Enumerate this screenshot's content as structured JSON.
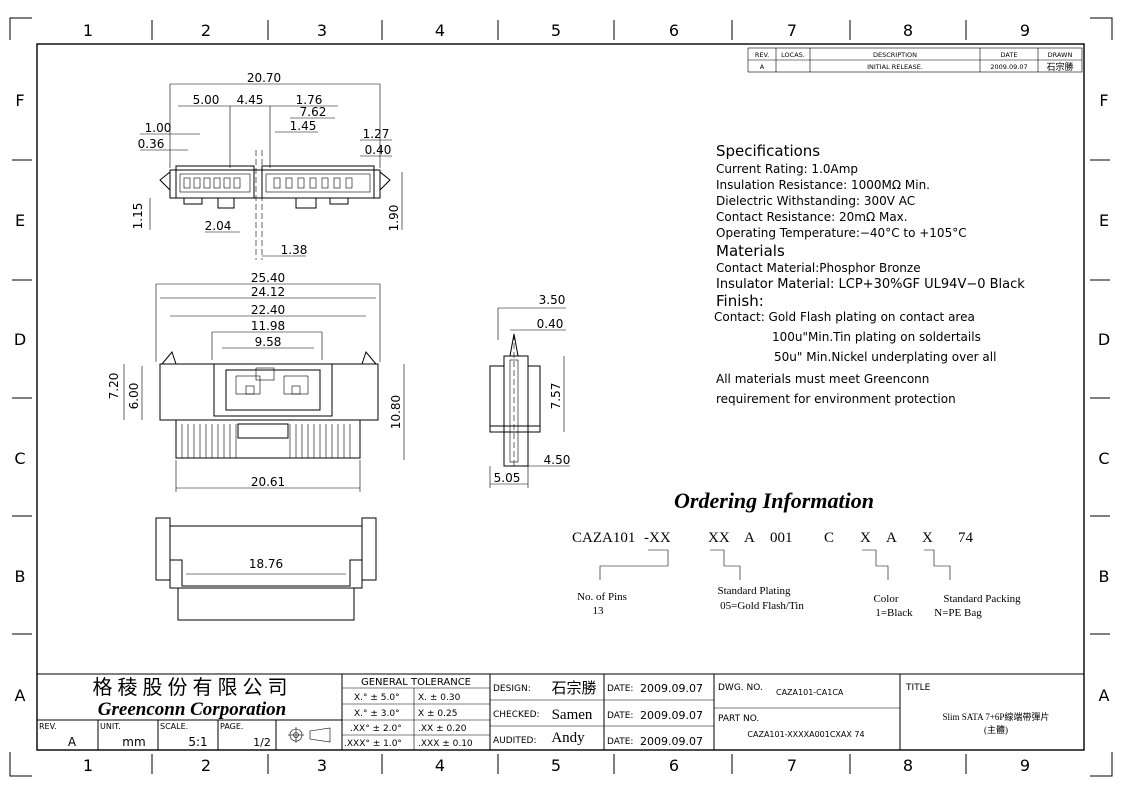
{
  "zones": {
    "columns": [
      "1",
      "2",
      "3",
      "4",
      "5",
      "6",
      "7",
      "8",
      "9"
    ],
    "rows": [
      "F",
      "E",
      "D",
      "C",
      "B",
      "A"
    ]
  },
  "revision": {
    "headers": [
      "REV.",
      "LOCAS.",
      "DESCRIPTION",
      "DATE",
      "DRAWN"
    ],
    "row": [
      "A",
      "",
      "INITIAL RELEASE.",
      "2009.09.07",
      "石宗勝"
    ]
  },
  "dims": {
    "top": [
      "20.70",
      "5.00",
      "4.45",
      "1.76",
      "7.62",
      "1.00",
      "1.45",
      "1.27",
      "0.36",
      "0.40",
      "1.15",
      "2.04",
      "1.38",
      "1.90"
    ],
    "front": [
      "25.40",
      "24.12",
      "22.40",
      "11.98",
      "9.58",
      "7.20",
      "6.00",
      "10.80",
      "20.61"
    ],
    "side": [
      "3.50",
      "0.40",
      "7.57",
      "4.50",
      "5.05"
    ],
    "bottom": [
      "18.76"
    ]
  },
  "specs": {
    "title": "Specifications",
    "lines": [
      "Current Rating: 1.0Amp",
      "Insulation Resistance: 1000MΩ Min.",
      "Dielectric Withstanding: 300V AC",
      "Contact Resistance: 20mΩ Max.",
      "Operating Temperature:−40°C to +105°C"
    ],
    "materials_title": "Materials",
    "materials": [
      "Contact Material:Phosphor Bronze",
      "Insulator Material: LCP+30%GF UL94V−0 Black"
    ],
    "finish_title": "Finish:",
    "finish": [
      "Contact: Gold Flash plating on contact area",
      "100u\"Min.Tin plating on soldertails",
      "50u\" Min.Nickel underplating over all",
      "All materials must meet Greenconn",
      "requirement for environment protection"
    ]
  },
  "ordering": {
    "title": "Ordering Information",
    "code": [
      "CAZA101",
      "-XX",
      "XX",
      "A",
      "001",
      "C",
      "X",
      "A",
      "X",
      "74"
    ],
    "labels": {
      "pins": "No. of Pins",
      "pins_val": "13",
      "plating": "Standard Plating",
      "plating_val": "05=Gold Flash/Tin",
      "color": "Color",
      "color_val": "1=Black",
      "packing": "Standard Packing",
      "packing_val": "N=PE Bag"
    }
  },
  "title_block": {
    "company_cn": "格 稜 股 份 有 限 公 司",
    "company_en": "Greenconn Corporation",
    "rev_label": "REV.",
    "rev": "A",
    "unit_label": "UNIT.",
    "unit": "mm",
    "scale_label": "SCALE.",
    "scale": "5:1",
    "page_label": "PAGE.",
    "page": "1/2",
    "tolerance_title": "GENERAL TOLERANCE",
    "tolerances": [
      [
        "X.° ± 5.0°",
        "X.  ± 0.30"
      ],
      [
        "X.° ± 3.0°",
        "X   ± 0.25"
      ],
      [
        ".XX° ± 2.0°",
        ".XX  ± 0.20"
      ],
      [
        ".XXX° ± 1.0°",
        ".XXX ± 0.10"
      ]
    ],
    "design_label": "DESIGN:",
    "design": "石宗勝",
    "checked_label": "CHECKED:",
    "checked": "Samen",
    "audited_label": "AUDITED:",
    "audited": "Andy",
    "date_label": "DATE:",
    "date": "2009.09.07",
    "dwg_label": "DWG. NO.",
    "dwg": "CAZA101-CA1CA",
    "part_label": "PART NO.",
    "part": "CAZA101-XXXXA001CXAX 74",
    "title_label": "TITLE",
    "title_1": "Slim SATA 7+6P線端帶彈片",
    "title_2": "(主體)"
  }
}
